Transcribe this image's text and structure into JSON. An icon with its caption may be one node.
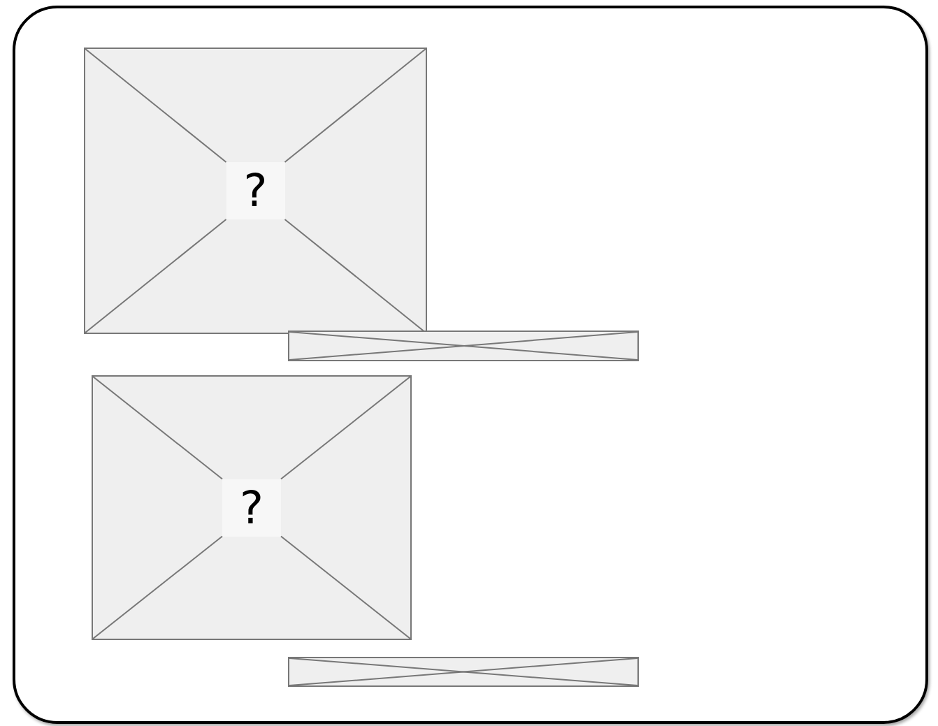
{
  "diagram": {
    "nodes": [
      {
        "text": [],
        "shape": "box"
      },
      {
        "text": [
          "?"
        ],
        "in": 0
      },
      {
        "text": [],
        "shape": "bar",
        "in": 0
      },
      {
        "text": [
          "?"
        ],
        "in": 0
      },
      {
        "text": [],
        "shape": "bar",
        "in": 0
      }
    ]
  }
}
